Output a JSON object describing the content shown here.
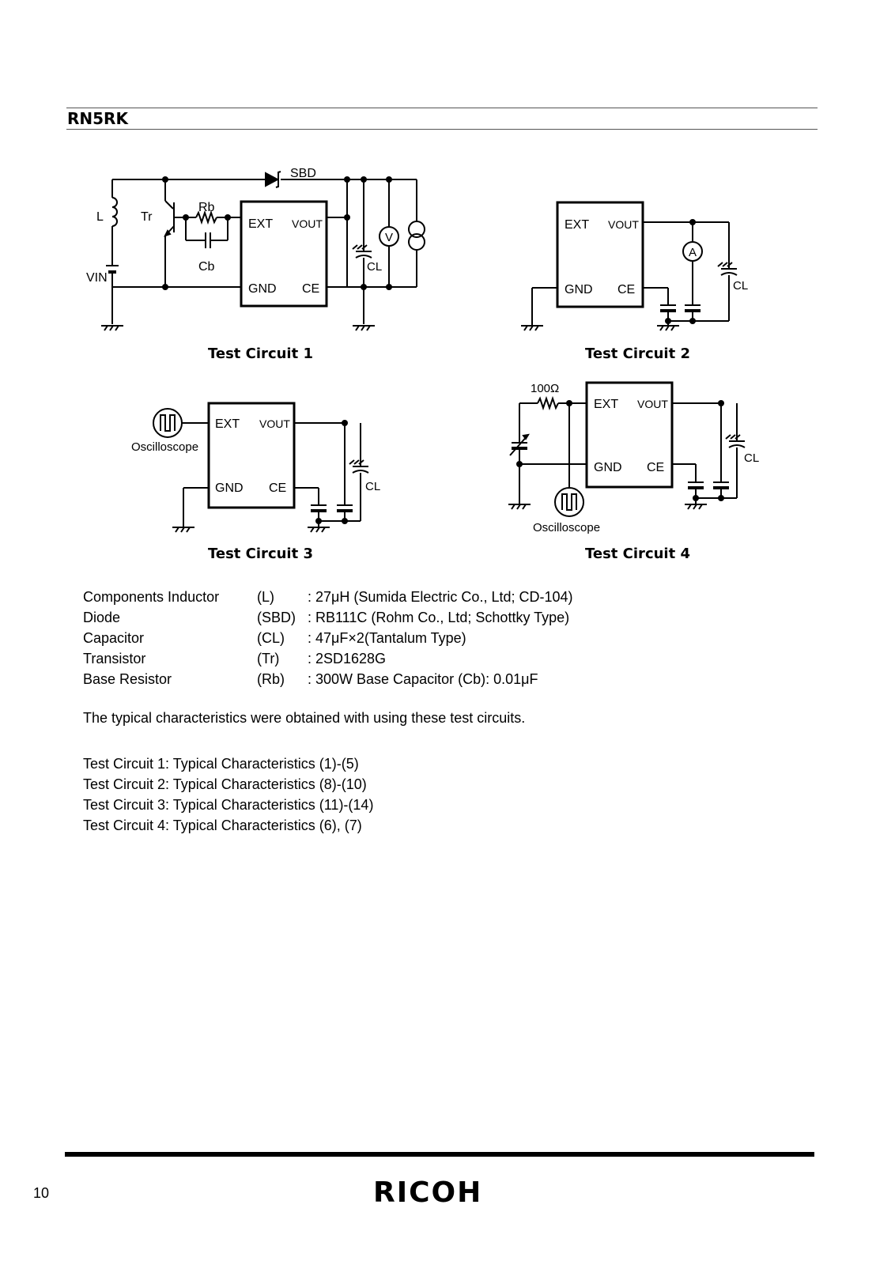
{
  "header": {
    "title": "RN5RK"
  },
  "circuit_labels": {
    "sbd": "SBD",
    "l": "L",
    "tr": "Tr",
    "rb": "Rb",
    "cb": "Cb",
    "vin": "VIN",
    "ext": "EXT",
    "vout": "VOUT",
    "gnd": "GND",
    "ce": "CE",
    "cl": "CL",
    "voltmeter": "V",
    "ammeter": "A",
    "oscilloscope": "Oscilloscope",
    "resistor_100": "100Ω"
  },
  "captions": {
    "tc1": "Test Circuit 1",
    "tc2": "Test Circuit 2",
    "tc3": "Test Circuit 3",
    "tc4": "Test Circuit 4"
  },
  "components": [
    {
      "name": "Components Inductor",
      "symbol": "(L)",
      "value": ": 27μH (Sumida Electric Co., Ltd; CD-104)"
    },
    {
      "name": "Diode",
      "symbol": "(SBD)",
      "value": ": RB111C (Rohm Co., Ltd; Schottky Type)"
    },
    {
      "name": "Capacitor",
      "symbol": "(CL)",
      "value": ": 47μF×2(Tantalum Type)"
    },
    {
      "name": "Transistor",
      "symbol": "(Tr)",
      "value": ": 2SD1628G"
    },
    {
      "name": "Base Resistor",
      "symbol": "(Rb)",
      "value": ": 300W Base Capacitor (Cb): 0.01μF"
    }
  ],
  "note": "The typical characteristics were obtained with using these test circuits.",
  "test_circuit_map": [
    "Test Circuit 1: Typical Characteristics (1)-(5)",
    "Test Circuit 2: Typical Characteristics (8)-(10)",
    "Test Circuit 3: Typical Characteristics (11)-(14)",
    "Test Circuit 4: Typical Characteristics (6), (7)"
  ],
  "footer": {
    "page_number": "10",
    "brand": "RICOH"
  }
}
